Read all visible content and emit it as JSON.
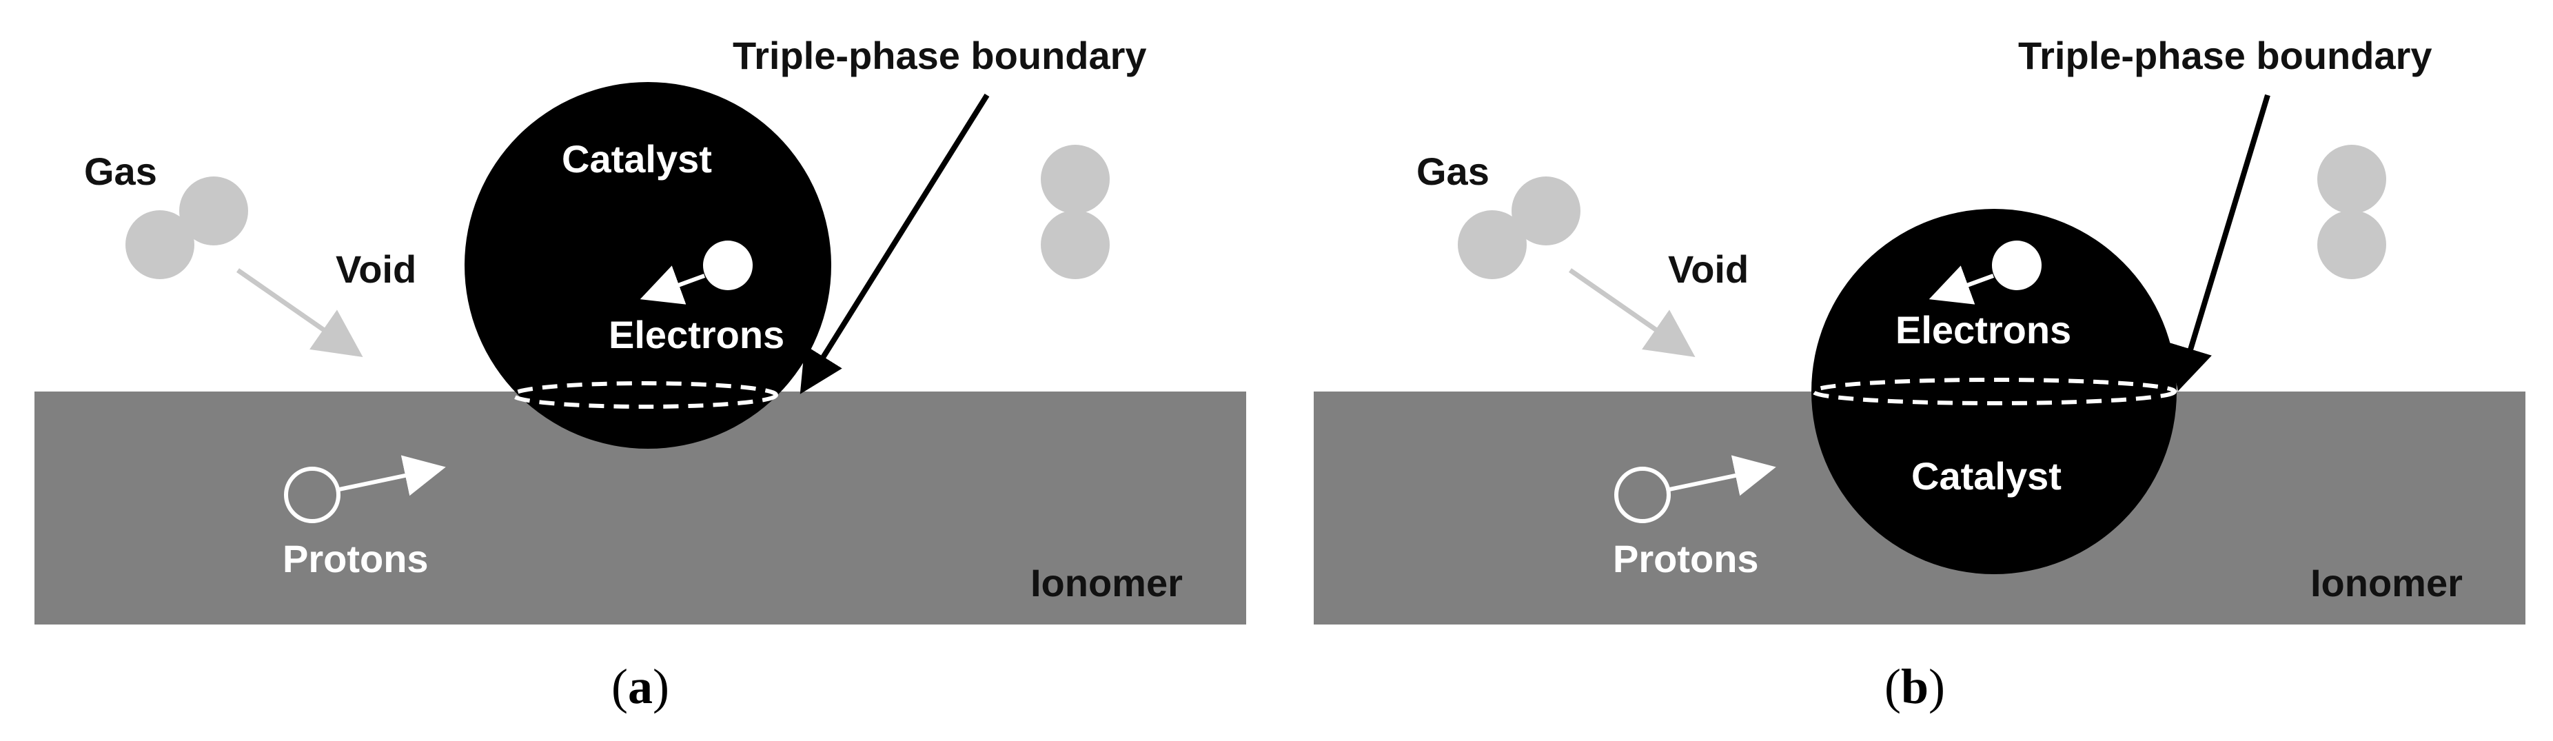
{
  "panels": [
    {
      "caption_letter": "a",
      "labels": {
        "gas": "Gas",
        "void": "Void",
        "catalyst": "Catalyst",
        "electrons": "Electrons",
        "protons": "Protons",
        "ionomer": "Ionomer",
        "tpb": "Triple-phase boundary"
      }
    },
    {
      "caption_letter": "b",
      "labels": {
        "gas": "Gas",
        "void": "Void",
        "catalyst": "Catalyst",
        "electrons": "Electrons",
        "protons": "Protons",
        "ionomer": "Ionomer",
        "tpb": "Triple-phase boundary"
      }
    }
  ],
  "colors": {
    "ionomer": "#808080",
    "catalyst": "#000000",
    "gas_molecule": "#c8c8c8",
    "gas_arrow": "#c8c8c8",
    "electron": "#ffffff",
    "boundary_line": "#000000",
    "tpb_dashes": "#ffffff"
  }
}
